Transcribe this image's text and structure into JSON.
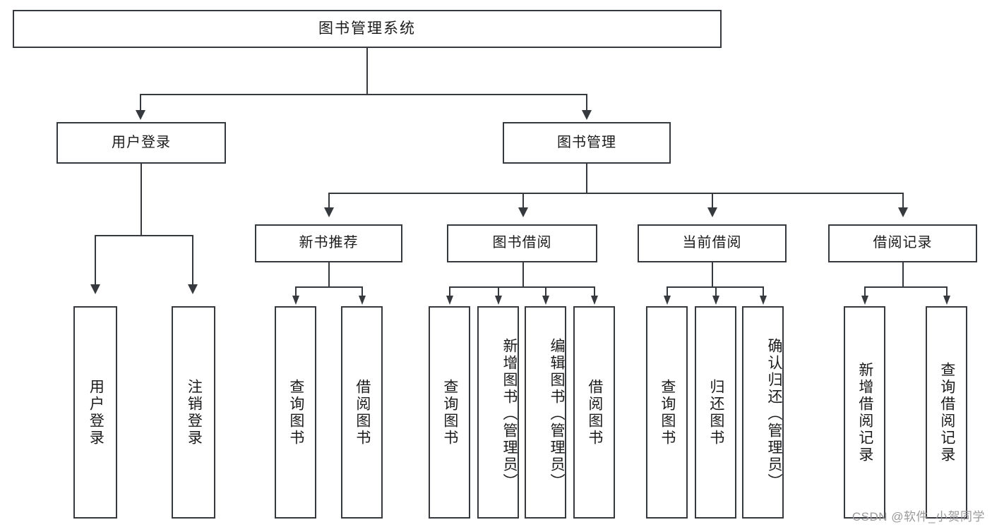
{
  "diagram": {
    "type": "tree",
    "title": "图书管理系统",
    "root": {
      "label": "图书管理系统",
      "children": [
        {
          "label": "用户登录",
          "children": [
            {
              "label": "用户登录"
            },
            {
              "label": "注销登录"
            }
          ]
        },
        {
          "label": "图书管理",
          "children": [
            {
              "label": "新书推荐",
              "children": [
                {
                  "label": "查询图书"
                },
                {
                  "label": "借阅图书"
                }
              ]
            },
            {
              "label": "图书借阅",
              "children": [
                {
                  "label": "查询图书"
                },
                {
                  "label": "新增图书（管理员）"
                },
                {
                  "label": "编辑图书（管理员）"
                },
                {
                  "label": "借阅图书"
                }
              ]
            },
            {
              "label": "当前借阅",
              "children": [
                {
                  "label": "查询图书"
                },
                {
                  "label": "归还图书"
                },
                {
                  "label": "确认归还（管理员）"
                }
              ]
            },
            {
              "label": "借阅记录",
              "children": [
                {
                  "label": "新增借阅记录"
                },
                {
                  "label": "查询借阅记录"
                }
              ]
            }
          ]
        }
      ]
    }
  },
  "watermark": {
    "text": "CSDN @软件_小贺同学"
  },
  "colors": {
    "stroke": "#36393d",
    "text": "#1b1b1b",
    "background": "#ffffff",
    "watermark": "#9a9a9a"
  }
}
